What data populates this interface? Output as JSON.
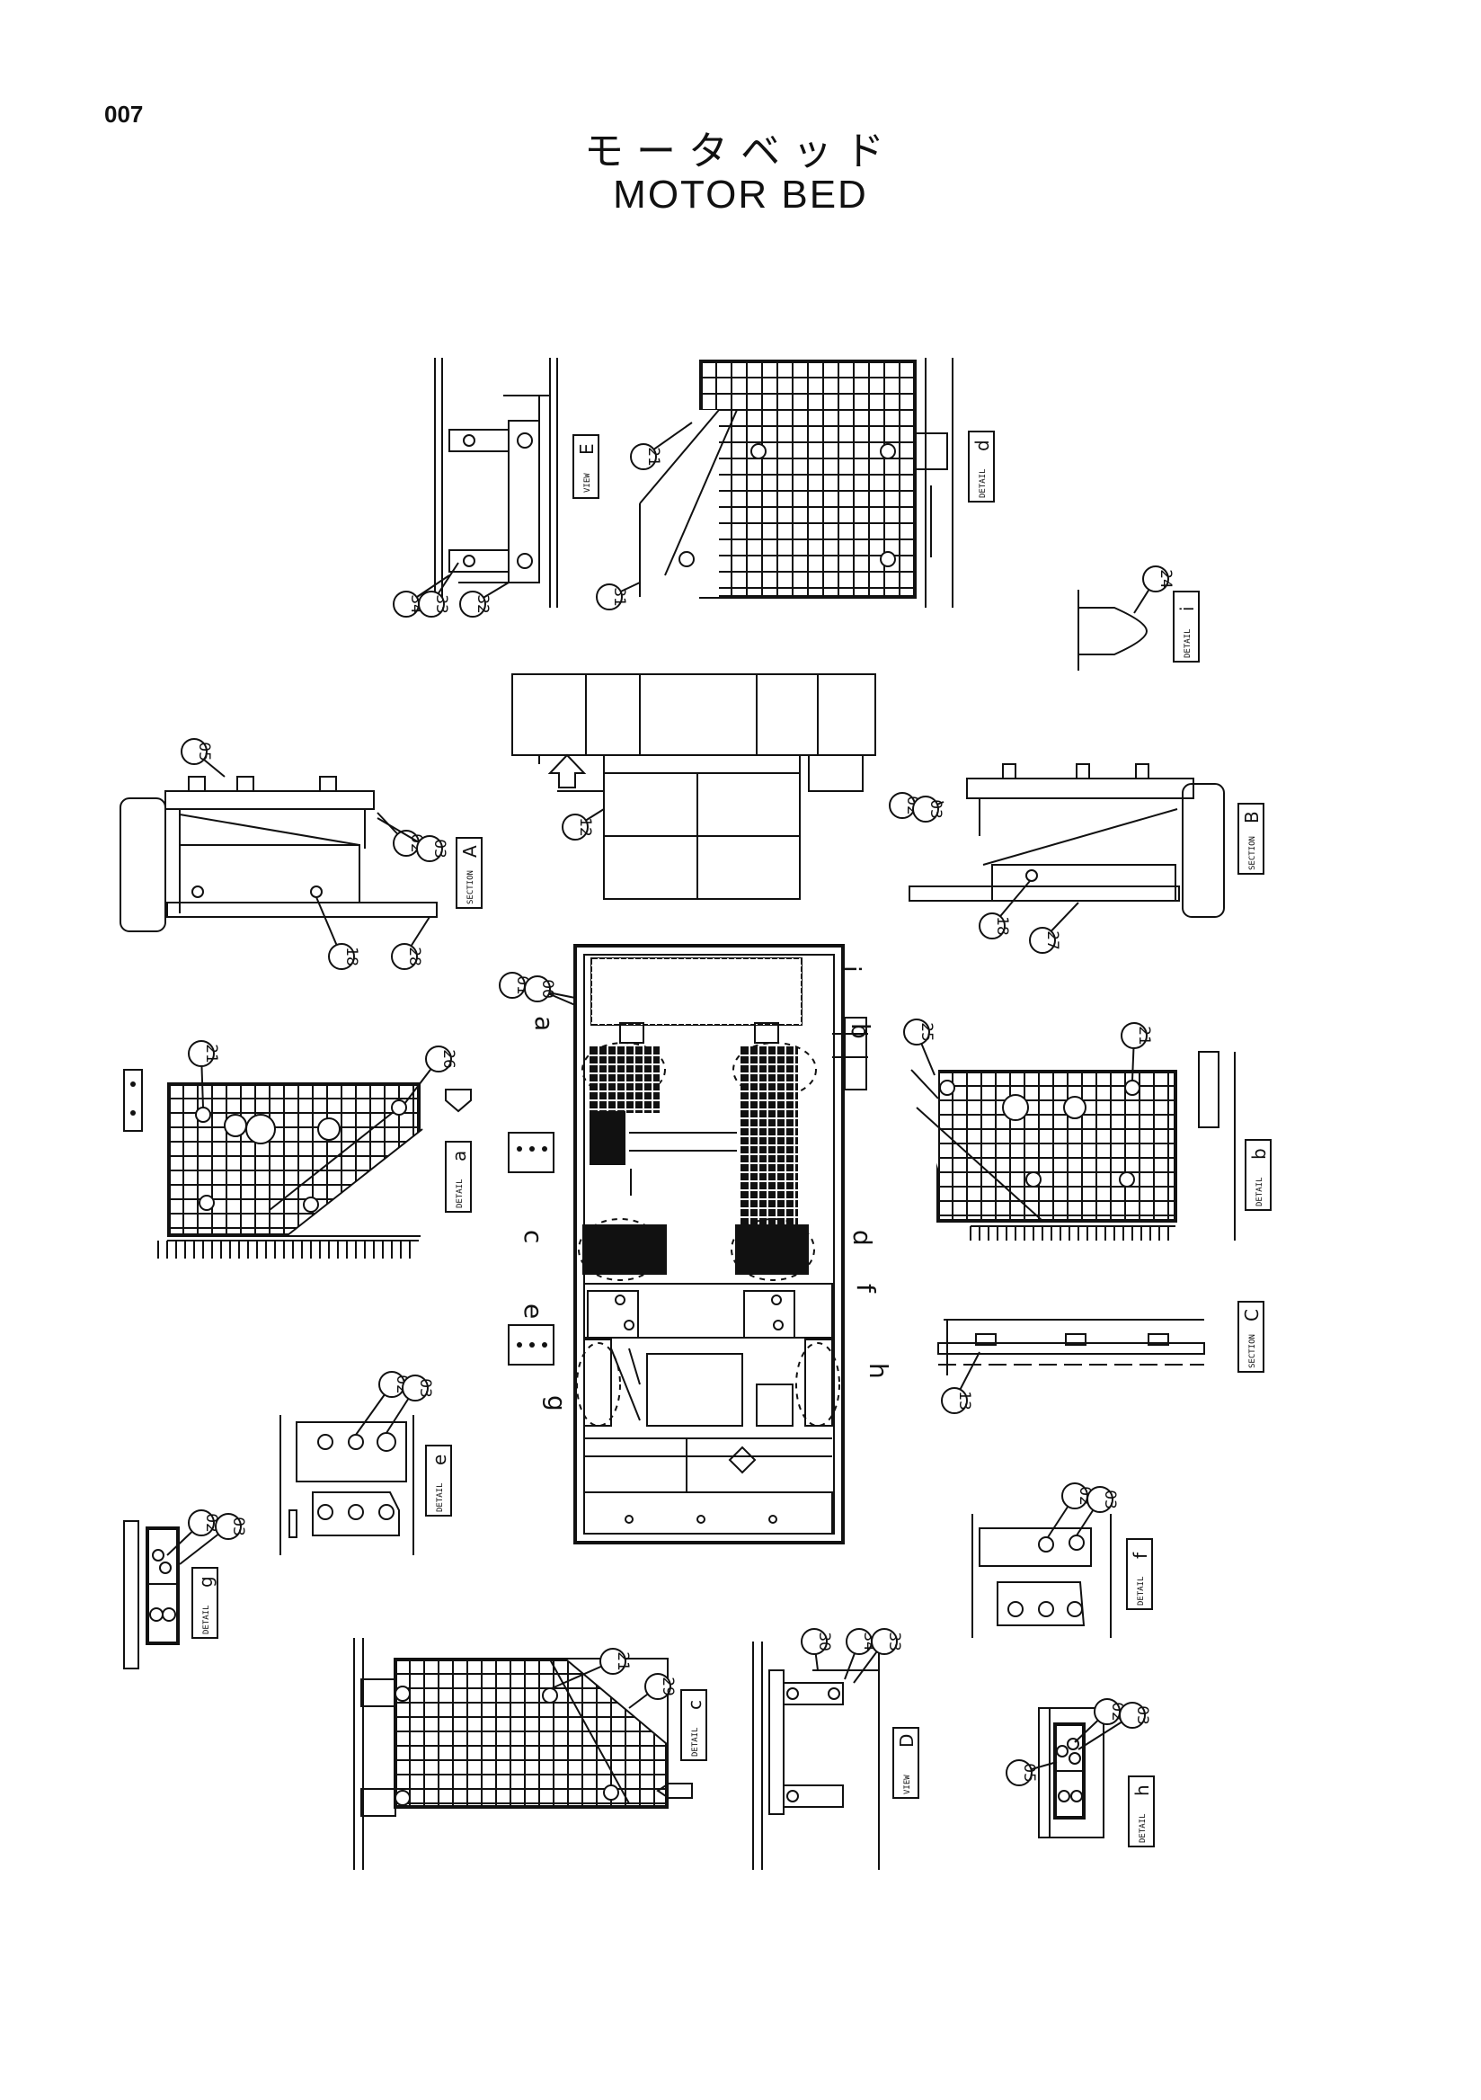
{
  "page": {
    "number": "007",
    "title_jp": "モータベッド",
    "title_en": "MOTOR BED"
  },
  "view_tags": [
    {
      "kind": "VIEW",
      "letter": "E"
    },
    {
      "kind": "DETAIL",
      "letter": "d"
    },
    {
      "kind": "DETAIL",
      "letter": "i"
    },
    {
      "kind": "SECTION",
      "letter": "A"
    },
    {
      "kind": "SECTION",
      "letter": "B"
    },
    {
      "kind": "DETAIL",
      "letter": "a"
    },
    {
      "kind": "DETAIL",
      "letter": "b"
    },
    {
      "kind": "SECTION",
      "letter": "C"
    },
    {
      "kind": "DETAIL",
      "letter": "e"
    },
    {
      "kind": "DETAIL",
      "letter": "g"
    },
    {
      "kind": "DETAIL",
      "letter": "f"
    },
    {
      "kind": "DETAIL",
      "letter": "c"
    },
    {
      "kind": "VIEW",
      "letter": "D"
    },
    {
      "kind": "DETAIL",
      "letter": "h"
    }
  ],
  "main_view_labels": [
    "a",
    "b",
    "c",
    "d",
    "e",
    "f",
    "g",
    "h",
    "i"
  ],
  "part_callouts": [
    "00",
    "01",
    "02",
    "03",
    "05",
    "12",
    "13",
    "18",
    "21",
    "24",
    "25",
    "26",
    "27",
    "28",
    "29",
    "30",
    "31",
    "32",
    "33",
    "34"
  ]
}
